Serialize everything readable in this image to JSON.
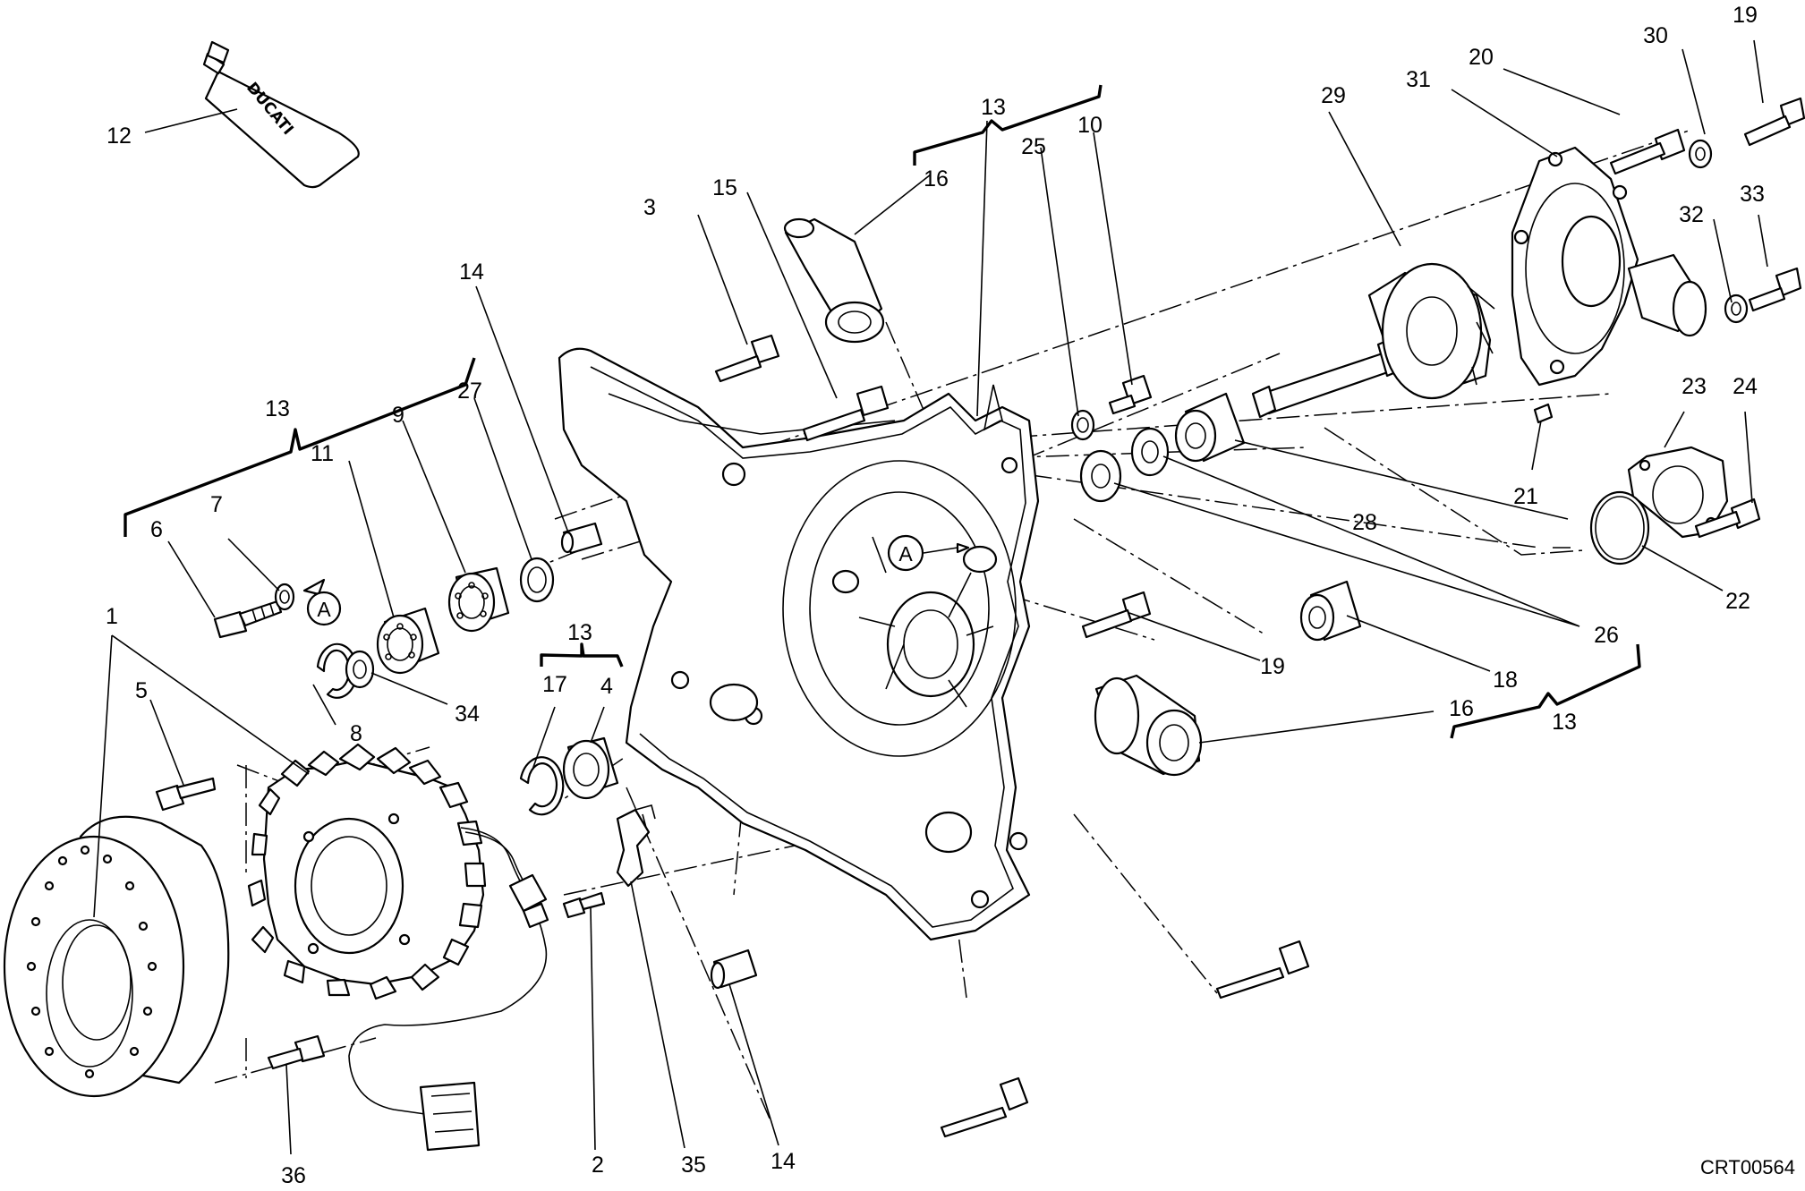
{
  "figure": {
    "code": "CRT00564",
    "brand_text": "DUCATI",
    "ref_letter": "A"
  },
  "callouts": [
    {
      "id": "c1",
      "label": "1"
    },
    {
      "id": "c2",
      "label": "2"
    },
    {
      "id": "c3",
      "label": "3"
    },
    {
      "id": "c4",
      "label": "4"
    },
    {
      "id": "c5",
      "label": "5"
    },
    {
      "id": "c6",
      "label": "6"
    },
    {
      "id": "c7",
      "label": "7"
    },
    {
      "id": "c8",
      "label": "8"
    },
    {
      "id": "c9",
      "label": "9"
    },
    {
      "id": "c10",
      "label": "10"
    },
    {
      "id": "c11",
      "label": "11"
    },
    {
      "id": "c12",
      "label": "12"
    },
    {
      "id": "c13a",
      "label": "13"
    },
    {
      "id": "c13b",
      "label": "13"
    },
    {
      "id": "c13c",
      "label": "13"
    },
    {
      "id": "c13d",
      "label": "13"
    },
    {
      "id": "c14a",
      "label": "14"
    },
    {
      "id": "c14b",
      "label": "14"
    },
    {
      "id": "c15",
      "label": "15"
    },
    {
      "id": "c16a",
      "label": "16"
    },
    {
      "id": "c16b",
      "label": "16"
    },
    {
      "id": "c17",
      "label": "17"
    },
    {
      "id": "c18",
      "label": "18"
    },
    {
      "id": "c19a",
      "label": "19"
    },
    {
      "id": "c19b",
      "label": "19"
    },
    {
      "id": "c20",
      "label": "20"
    },
    {
      "id": "c21",
      "label": "21"
    },
    {
      "id": "c22",
      "label": "22"
    },
    {
      "id": "c23",
      "label": "23"
    },
    {
      "id": "c24",
      "label": "24"
    },
    {
      "id": "c25",
      "label": "25"
    },
    {
      "id": "c26",
      "label": "26"
    },
    {
      "id": "c27",
      "label": "27"
    },
    {
      "id": "c28",
      "label": "28"
    },
    {
      "id": "c29",
      "label": "29"
    },
    {
      "id": "c30",
      "label": "30"
    },
    {
      "id": "c31",
      "label": "31"
    },
    {
      "id": "c32",
      "label": "32"
    },
    {
      "id": "c33",
      "label": "33"
    },
    {
      "id": "c34",
      "label": "34"
    },
    {
      "id": "c35",
      "label": "35"
    },
    {
      "id": "c36",
      "label": "36"
    }
  ]
}
